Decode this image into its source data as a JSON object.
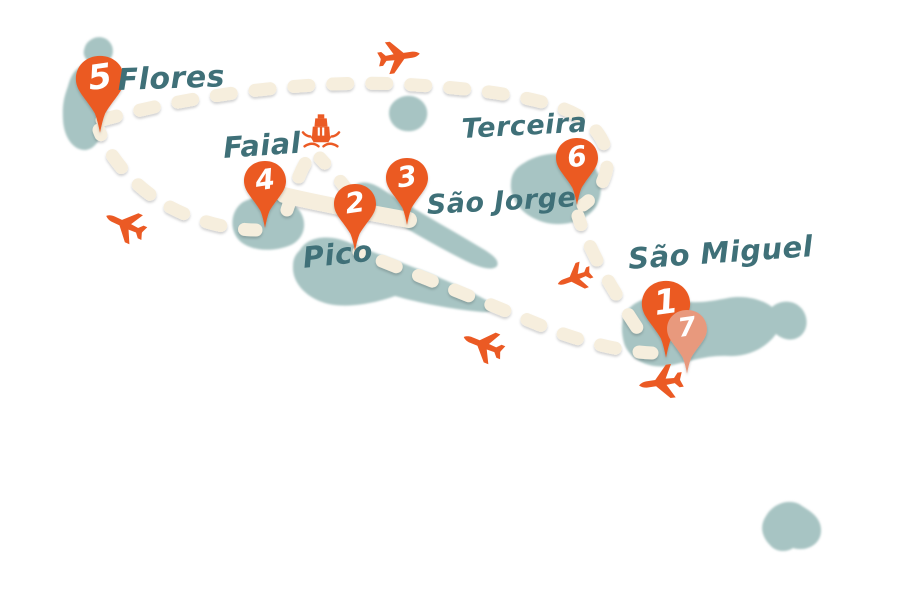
{
  "labels": {
    "flores": "Flores",
    "faial": "Faial",
    "pico": "Pico",
    "sao_jorge": "São Jorge",
    "terceira": "Terceira",
    "sao_miguel": "São Miguel"
  },
  "pins": [
    {
      "number": "1",
      "island": "São Miguel"
    },
    {
      "number": "2",
      "island": "Pico"
    },
    {
      "number": "3",
      "island": "São Jorge"
    },
    {
      "number": "4",
      "island": "Faial"
    },
    {
      "number": "5",
      "island": "Flores"
    },
    {
      "number": "6",
      "island": "Terceira"
    },
    {
      "number": "7",
      "island": "São Miguel"
    }
  ],
  "icons": {
    "plane": "airplane-icon",
    "ship": "ferry-ship-icon",
    "pin": "map-pin-icon"
  },
  "colors": {
    "island": "#a7c4c3",
    "route": "#f6eedd",
    "pin": "#eb5a24",
    "pin-light": "#e8997d",
    "label": "#3f7078",
    "pin-number": "#ffffff",
    "bg": "#ffffff"
  }
}
